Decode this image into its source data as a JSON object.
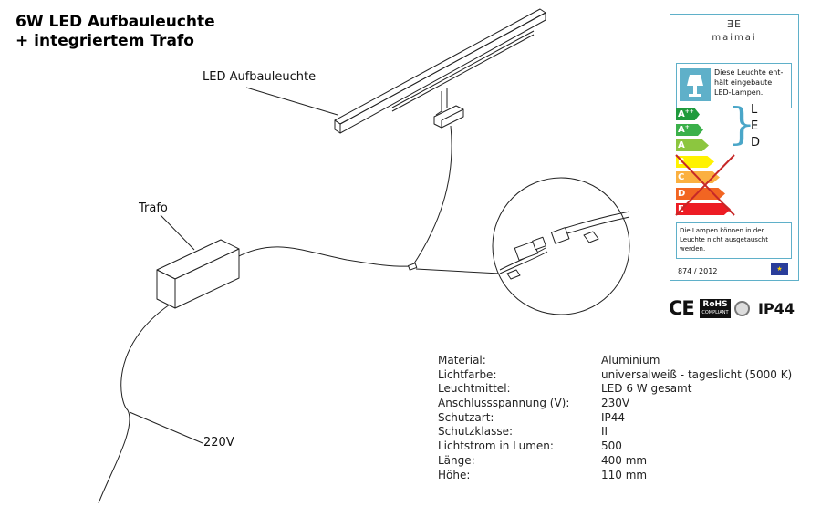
{
  "title": {
    "line1": "6W LED Aufbauleuchte",
    "line2": "+ integriertem Trafo"
  },
  "callouts": {
    "led": "LED Aufbauleuchte",
    "trafo": "Trafo",
    "voltage": "220V"
  },
  "energy_label": {
    "logo_mark": "ƎE",
    "brand": "maimai",
    "lamp_text": "Diese Leuchte ent-hält eingebaute LED-Lampen.",
    "classes": [
      {
        "label": "A",
        "sup": "++",
        "color": "#1f9a3c",
        "crossed": false
      },
      {
        "label": "A",
        "sup": "+",
        "color": "#3bb04a",
        "crossed": false
      },
      {
        "label": "A",
        "sup": "",
        "color": "#8cc63f",
        "crossed": false
      },
      {
        "label": "B",
        "sup": "",
        "color": "#fff200",
        "crossed": true
      },
      {
        "label": "C",
        "sup": "",
        "color": "#fbb040",
        "crossed": true
      },
      {
        "label": "D",
        "sup": "",
        "color": "#f26522",
        "crossed": true
      },
      {
        "label": "E",
        "sup": "",
        "color": "#ed1c24",
        "crossed": true
      }
    ],
    "led_letters": [
      "L",
      "E",
      "D"
    ],
    "note": "Die Lampen können in der Leuchte nicht ausgetauscht werden.",
    "regulation": "874 / 2012",
    "eu_stars": "★"
  },
  "marks": {
    "ce": "CE",
    "rohs": "RoHS",
    "rohs_sub": "COMPLIANT",
    "ip": "IP44"
  },
  "specs": [
    {
      "label": "Material:",
      "value": "Aluminium"
    },
    {
      "label": "Lichtfarbe:",
      "value": "universalweiß - tageslicht (5000 K)"
    },
    {
      "label": "Leuchtmittel:",
      "value": "LED 6 W gesamt"
    },
    {
      "label": "Anschlussspannung (V):",
      "value": "230V"
    },
    {
      "label": "Schutzart:",
      "value": "IP44"
    },
    {
      "label": "Schutzklasse:",
      "value": "II"
    },
    {
      "label": "Lichtstrom in Lumen:",
      "value": "500"
    },
    {
      "label": "Länge:",
      "value": "400 mm"
    },
    {
      "label": "Höhe:",
      "value": "110 mm"
    }
  ]
}
